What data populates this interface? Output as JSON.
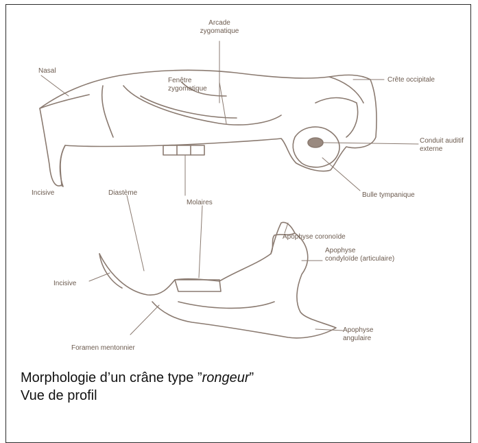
{
  "labels": {
    "nasal": "Nasal",
    "arcade_l1": "Arcade",
    "arcade_l2": "zygomatique",
    "fenetre_l1": "Fenêtre",
    "fenetre_l2": "zygomatique",
    "crete": "Crête occipitale",
    "conduit_l1": "Conduit auditif",
    "conduit_l2": "externe",
    "incisive_top": "Incisive",
    "diasteme": "Diastème",
    "molaires": "Molaires",
    "bulle": "Bulle tympanique",
    "coronoide": "Apophyse coronoïde",
    "condyloide_l1": "Apophyse",
    "condyloide_l2": "condyloïde (articulaire)",
    "incisive_bottom": "Incisive",
    "angulaire_l1": "Apophyse",
    "angulaire_l2": "angulaire",
    "foramen": "Foramen mentonnier"
  },
  "caption": {
    "line1_prefix": "Morphologie d’un crâne type ”",
    "line1_italic": "rongeur",
    "line1_suffix": "”",
    "line2": "Vue de profil"
  },
  "colors": {
    "stroke": "#8a7a70",
    "label": "#6b5a4e",
    "border": "#2a2a2a"
  }
}
